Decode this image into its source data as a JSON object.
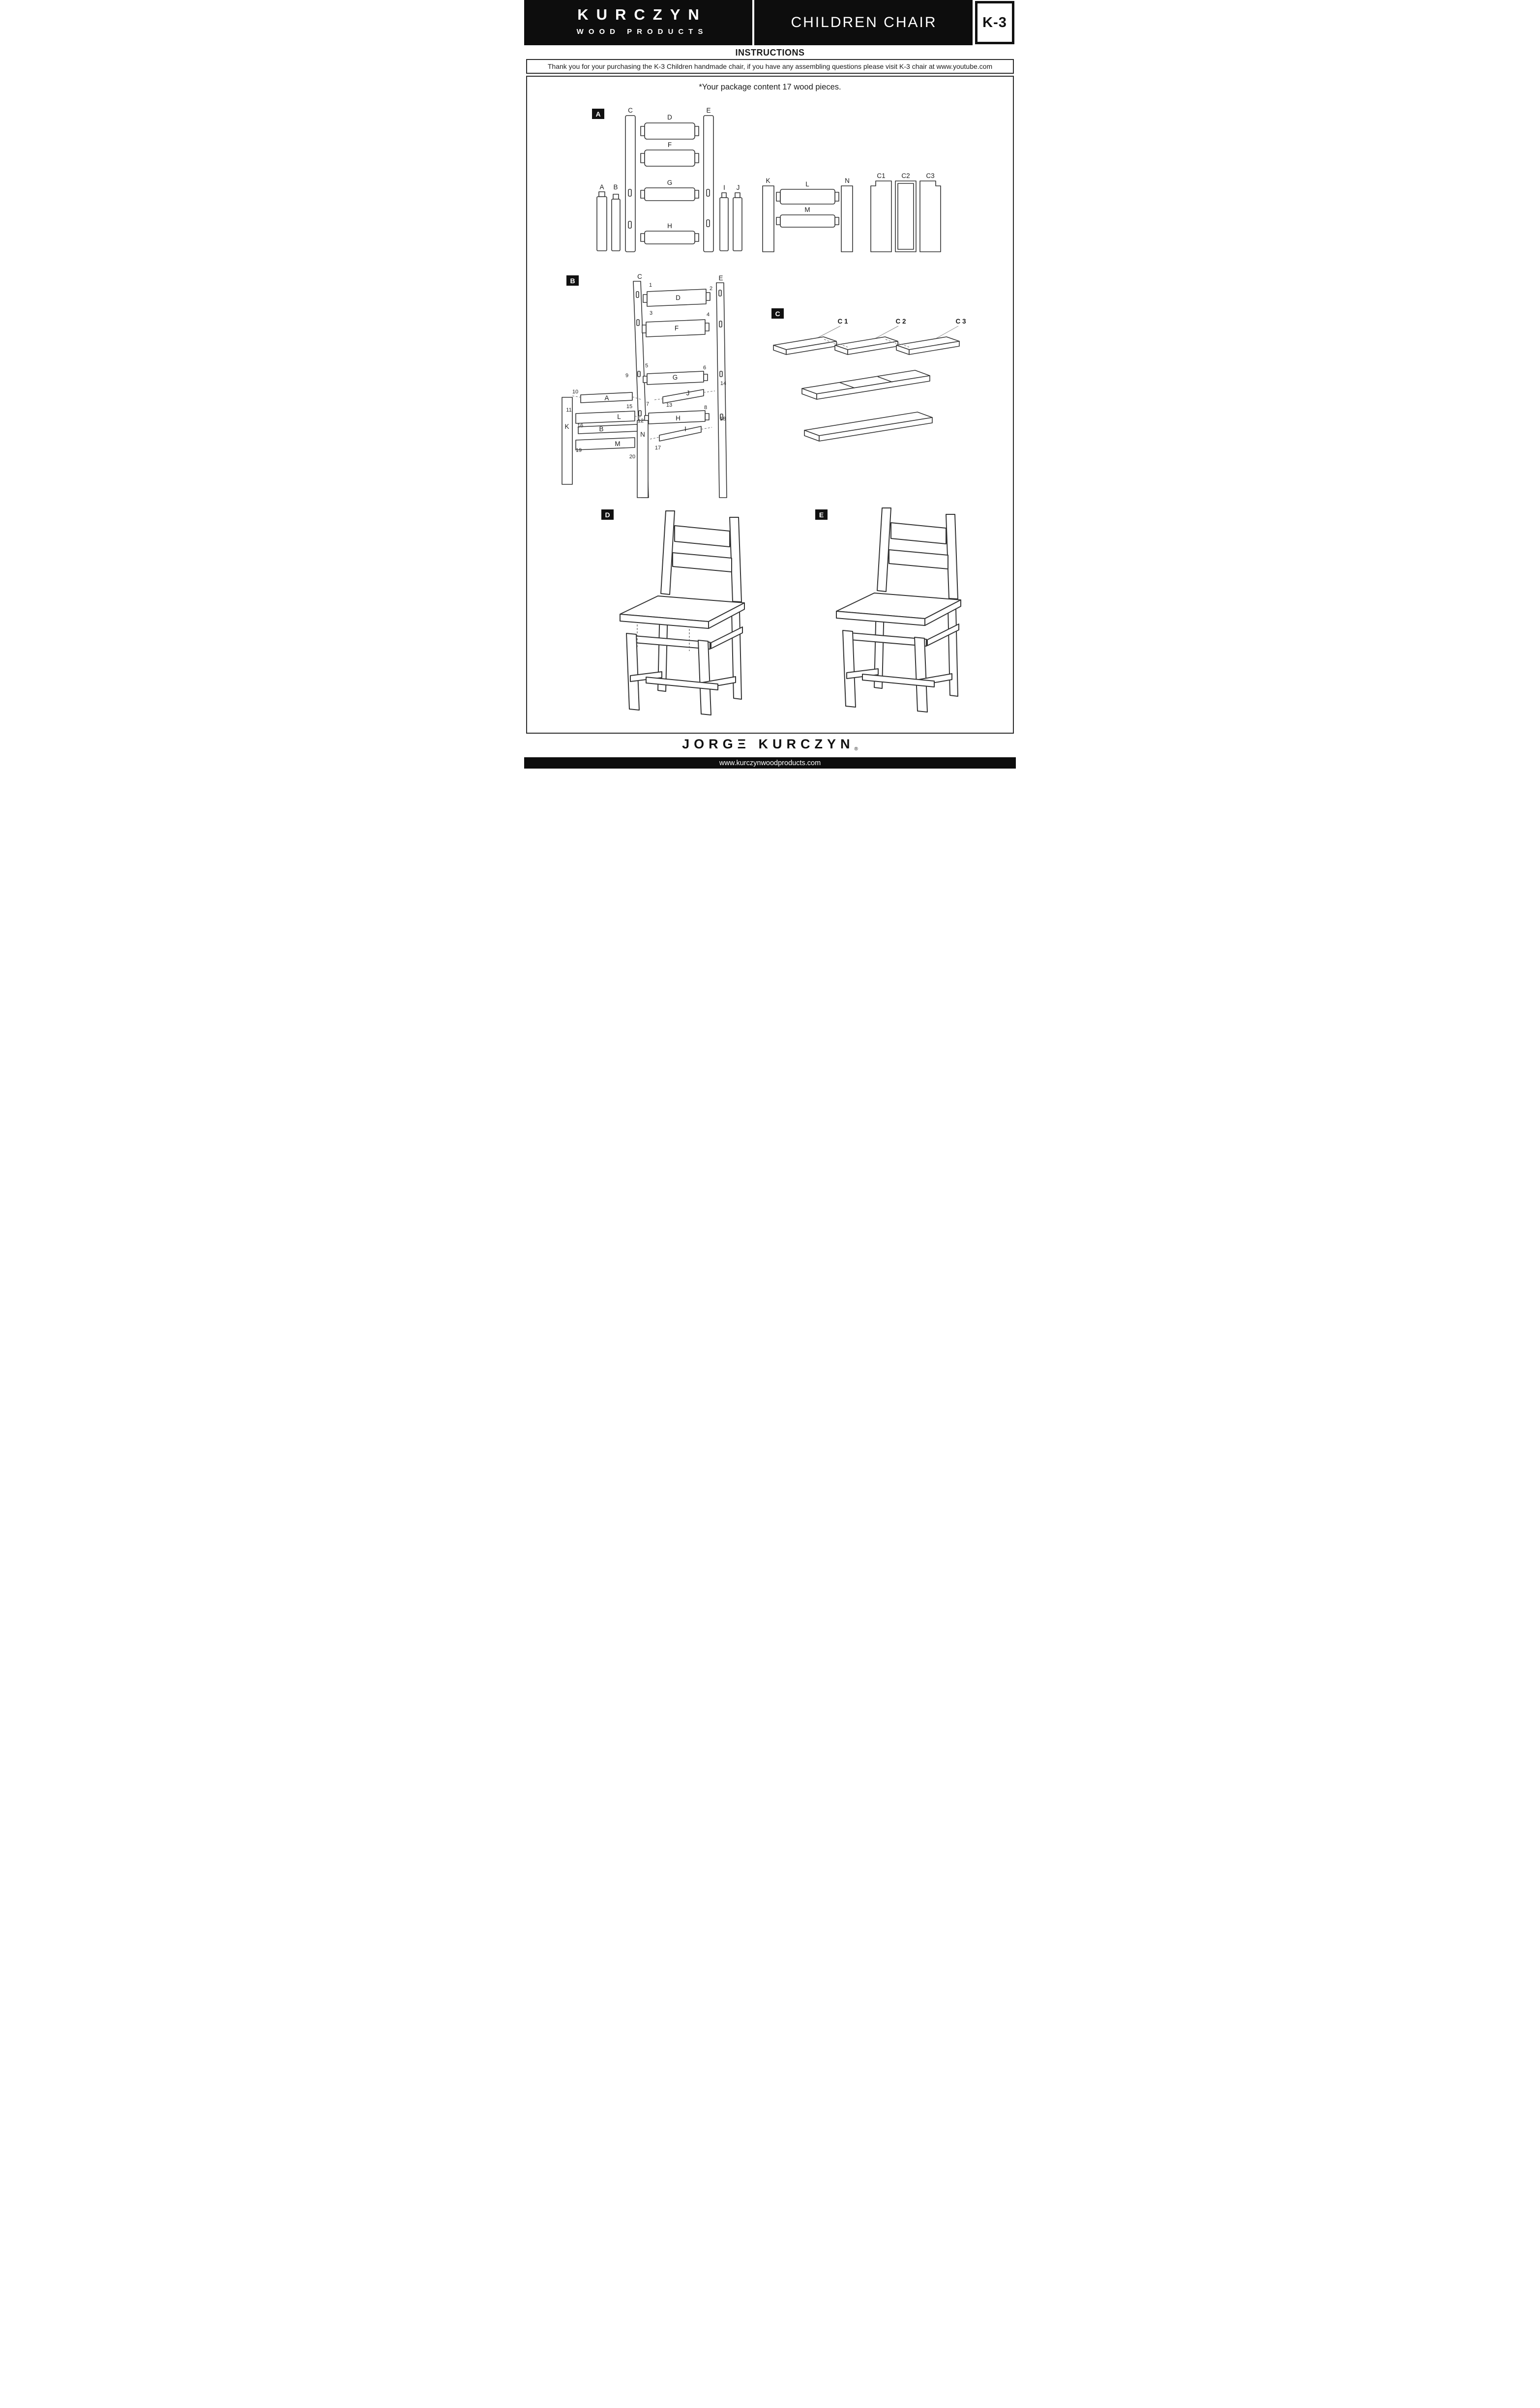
{
  "header": {
    "brand_line1": "KURCZYN",
    "brand_line2": "WOOD PRODUCTS",
    "product_title": "CHILDREN CHAIR",
    "model_code": "K-3"
  },
  "instructions_title": "INSTRUCTIONS",
  "notice_text": "Thank you for your purchasing the K-3 Children handmade chair, if you have any assembling questions please visit K-3 chair at www.youtube.com",
  "package_note": "*Your package content 17 wood pieces.",
  "section_labels": {
    "a": "A",
    "b": "B",
    "c": "C",
    "d": "D",
    "e": "E"
  },
  "parts_a": {
    "a": "A",
    "b": "B",
    "c": "C",
    "d": "D",
    "e": "E",
    "f": "F",
    "g": "G",
    "h": "H",
    "i": "I",
    "j": "J",
    "k": "K",
    "l": "L",
    "m": "M",
    "n": "N",
    "c1": "C1",
    "c2": "C2",
    "c3": "C3"
  },
  "parts_b": {
    "a": "A",
    "b": "B",
    "c": "C",
    "d": "D",
    "e": "E",
    "f": "F",
    "g": "G",
    "h": "H",
    "i": "I",
    "j": "J",
    "k": "K",
    "l": "L",
    "m": "M",
    "n": "N"
  },
  "joints_b": [
    "1",
    "2",
    "3",
    "4",
    "5",
    "6",
    "7",
    "8",
    "9",
    "10",
    "11",
    "12",
    "13",
    "14",
    "15",
    "16",
    "17",
    "18",
    "19",
    "20"
  ],
  "boards_c": [
    "C 1",
    "C 2",
    "C 3"
  ],
  "footer": {
    "logo_text": "JORGΞ KURCZYN",
    "registered_mark": "®",
    "website": "www.kurczynwoodproducts.com"
  }
}
